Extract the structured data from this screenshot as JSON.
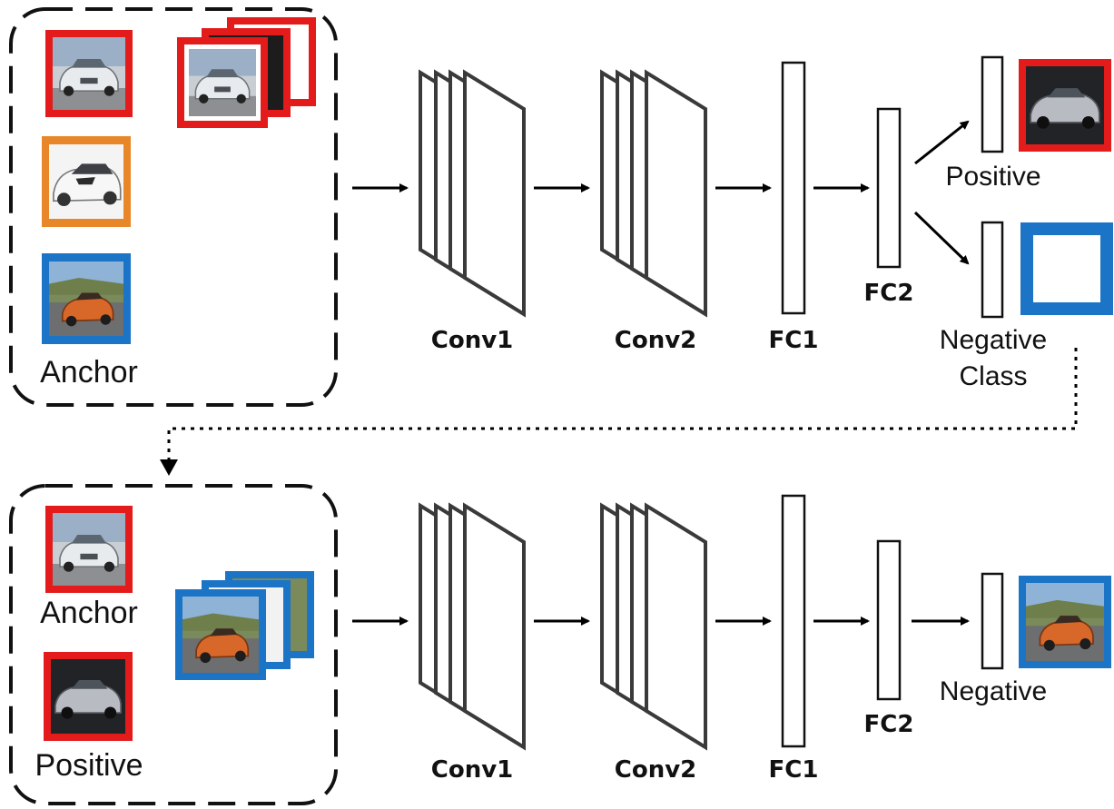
{
  "colors": {
    "positive": "#e31b1b",
    "anchor_alt": "#e8872a",
    "negative": "#1b74c6"
  },
  "top": {
    "input_group_label": "Anchor",
    "conv1_label": "Conv1",
    "conv2_label": "Conv2",
    "fc1_label": "FC1",
    "fc2_label": "FC2",
    "positive_label": "Positive",
    "negative_class_label_line1": "Negative",
    "negative_class_label_line2": "Class"
  },
  "bottom": {
    "anchor_label": "Anchor",
    "positive_label": "Positive",
    "conv1_label": "Conv1",
    "conv2_label": "Conv2",
    "fc1_label": "FC1",
    "fc2_label": "FC2",
    "negative_label": "Negative"
  },
  "icons": {
    "car_silver": "car-photo-icon",
    "car_white": "car-photo-icon",
    "car_orange": "car-photo-icon"
  }
}
